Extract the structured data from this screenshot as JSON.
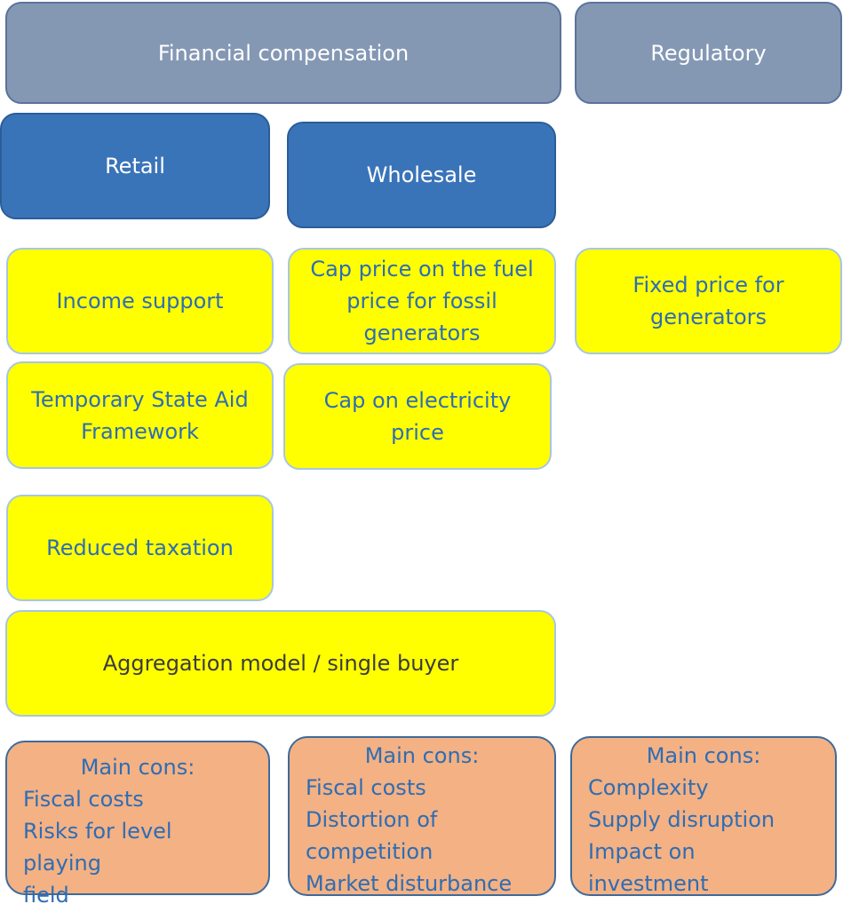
{
  "headers": {
    "financial": "Financial compensation",
    "regulatory": "Regulatory"
  },
  "categories": {
    "retail": "Retail",
    "wholesale": "Wholesale"
  },
  "measures": {
    "income_support": "Income support",
    "cap_fuel": [
      "Cap price on the fuel",
      "price for fossil",
      "generators"
    ],
    "fixed_price": [
      "Fixed price for",
      "generators"
    ],
    "temp_state_aid": [
      "Temporary State Aid",
      "Framework"
    ],
    "cap_electricity": [
      "Cap on electricity",
      "price"
    ],
    "reduced_taxation": "Reduced taxation",
    "aggregation": "Aggregation model / single buyer"
  },
  "cons": [
    {
      "title": "Main cons:",
      "items": [
        "Fiscal costs",
        "Risks for level playing",
        "field"
      ]
    },
    {
      "title": "Main cons:",
      "items": [
        "Fiscal costs",
        "Distortion of",
        "competition",
        "Market disturbance"
      ]
    },
    {
      "title": "Main cons:",
      "items": [
        "Complexity",
        "Supply disruption",
        "Impact on",
        "investment"
      ]
    }
  ],
  "colors": {
    "header": "#8498b4",
    "category": "#3a74b8",
    "measure": "#ffff00",
    "cons": "#f4b183",
    "text_blue": "#2e6db4"
  }
}
